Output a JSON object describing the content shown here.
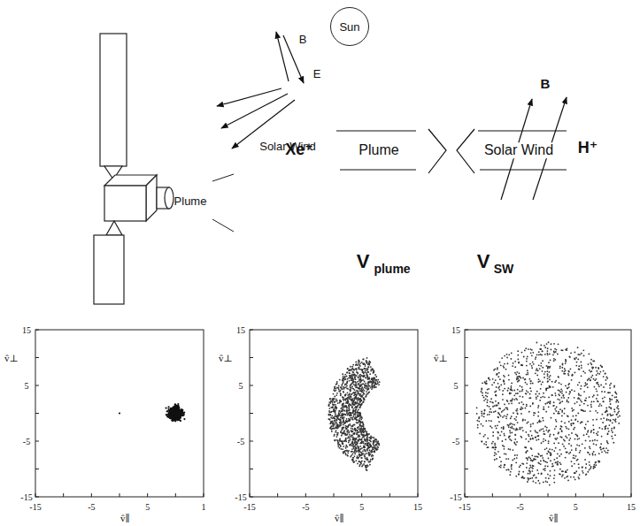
{
  "diagram": {
    "nodes": [
      {
        "text": [
          "Sun"
        ]
      }
    ],
    "edges": [],
    "labels": [
      "B",
      "E",
      "Solar Wind",
      "Plume",
      "Xe⁺",
      "Plume",
      "Solar Wind",
      "B",
      "H⁺",
      "V",
      "plume",
      "V",
      "SW",
      "15",
      "5",
      "-5",
      "-15",
      "v̂⊥",
      "-15",
      "-5",
      "5",
      "1",
      "v̂∥",
      "15",
      "5",
      "-5",
      "-15",
      "v̂⊥",
      "-15",
      "-5",
      "5",
      "15",
      "v̂∥",
      "15",
      "5",
      "-5",
      "-15",
      "v̂⊥",
      "-15",
      "-5",
      "5",
      "15",
      "v̂∥"
    ]
  }
}
